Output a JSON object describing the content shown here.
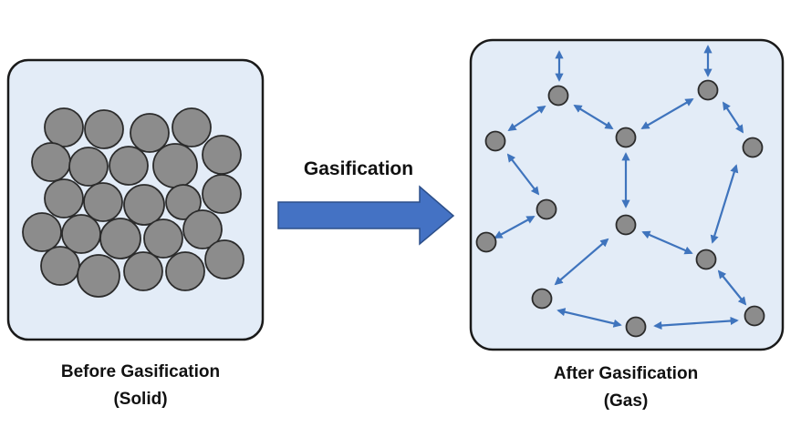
{
  "process": {
    "label": "Gasification",
    "arrow_color": "#4472c4"
  },
  "before": {
    "title": "Before Gasification",
    "state": "(Solid)",
    "panel_color": "#e3ecf7",
    "particle_color": "#8c8c8c"
  },
  "after": {
    "title": "After Gasification",
    "state": "(Gas)",
    "panel_color": "#e3ecf7",
    "particle_color": "#8c8c8c",
    "motion_arrow_color": "#3f74bd"
  }
}
